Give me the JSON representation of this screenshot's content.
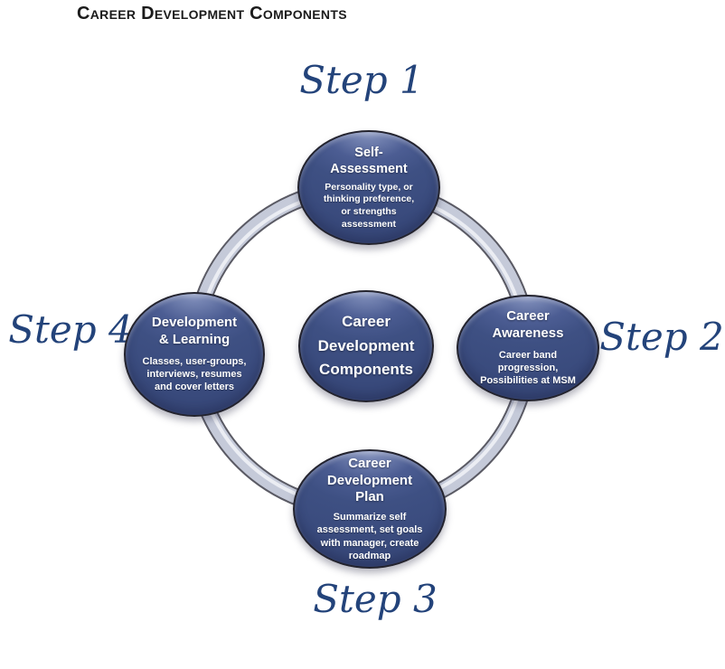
{
  "title": "Career Development Components",
  "colors": {
    "background": "#FFFFFF",
    "title_text": "#1B1B1B",
    "node_fill": "#3E5083",
    "node_fill_highlight": "#9FABD0",
    "node_border": "#23232E",
    "node_text": "#FFFFFF",
    "ring_outline": "#5A5A64",
    "ring_silver": "#C5CAD9",
    "ring_highlight": "#EBEDF3",
    "step_text": "#23437A"
  },
  "steps": [
    {
      "label": "Step 1",
      "position": "top"
    },
    {
      "label": "Step 2",
      "position": "right"
    },
    {
      "label": "Step 3",
      "position": "bottom"
    },
    {
      "label": "Step 4",
      "position": "left"
    }
  ],
  "nodes": [
    {
      "id": "self-assessment",
      "step": "Step 1",
      "title": "Self-\nAssessment",
      "description": "Personality type, or\nthinking preference,\nor strengths\nassessment"
    },
    {
      "id": "career-awareness",
      "step": "Step 2",
      "title": "Career\nAwareness",
      "description": "Career band\nprogression,\nPossibilities at MSM"
    },
    {
      "id": "career-development-plan",
      "step": "Step 3",
      "title": "Career\nDevelopment\nPlan",
      "description": "Summarize self\nassessment, set goals\nwith manager, create\nroadmap"
    },
    {
      "id": "development-and-learning",
      "step": "Step 4",
      "title": "Development\n& Learning",
      "description": "Classes, user-groups,\ninterviews, resumes\nand cover letters"
    }
  ],
  "center": {
    "title": "Career\nDevelopment\nComponents"
  }
}
